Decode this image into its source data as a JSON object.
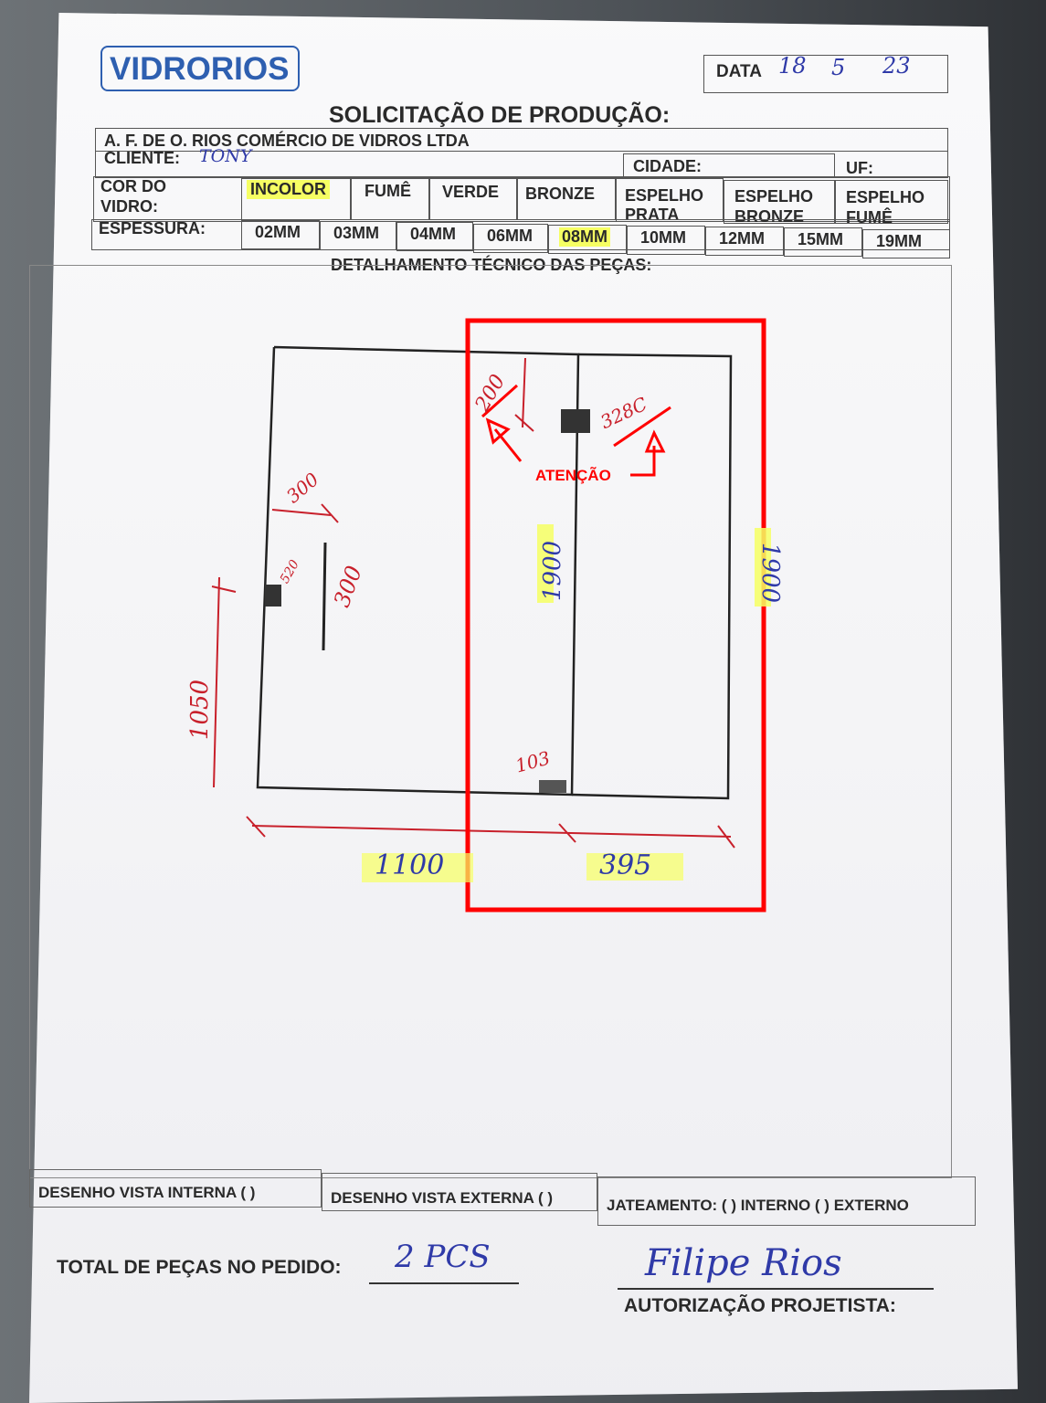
{
  "header": {
    "logo_text": "VIDRORIOS",
    "date_label": "DATA",
    "date_day": "18",
    "date_month": "5",
    "date_year": "23",
    "title": "SOLICITAÇÃO DE PRODUÇÃO:"
  },
  "company": {
    "name": "A. F. DE O. RIOS COMÉRCIO DE VIDROS LTDA",
    "client_label": "CLIENTE:",
    "client_value": "TONY",
    "city_label": "CIDADE:",
    "uf_label": "UF:"
  },
  "glass_color": {
    "label_line1": "COR DO",
    "label_line2": "VIDRO:",
    "options": [
      "INCOLOR",
      "FUMÊ",
      "VERDE",
      "BRONZE"
    ],
    "mirror_options": [
      {
        "line1": "ESPELHO",
        "line2": "PRATA"
      },
      {
        "line1": "ESPELHO",
        "line2": "BRONZE"
      },
      {
        "line1": "ESPELHO",
        "line2": "FUMÊ"
      }
    ],
    "selected": "INCOLOR"
  },
  "thickness": {
    "label": "ESPESSURA:",
    "options": [
      "02MM",
      "03MM",
      "04MM",
      "06MM",
      "08MM",
      "10MM",
      "12MM",
      "15MM",
      "19MM"
    ],
    "selected": "08MM"
  },
  "drawing": {
    "section_title": "DETALHAMENTO TÉCNICO DAS PEÇAS:",
    "dim_height_left": "1050",
    "dim_300_top": "300",
    "dim_300_side": "300",
    "dim_small_520": "520",
    "dim_width_left": "1100",
    "dim_width_right": "395",
    "dim_panel_height": "1900",
    "dim_panel_height_right": "1900",
    "dim_200": "200",
    "dim_328": "328C",
    "dim_103": "103",
    "attention_label": "ATENÇÃO"
  },
  "footer": {
    "internal_view": "DESENHO VISTA INTERNA ( )",
    "external_view": "DESENHO VISTA EXTERNA ( )",
    "sandblasting": "JATEAMENTO: ( ) INTERNO ( ) EXTERNO",
    "total_label": "TOTAL DE PEÇAS NO PEDIDO:",
    "total_value": "2 PCS",
    "signature": "Filipe Rios",
    "authorization_label": "AUTORIZAÇÃO PROJETISTA:"
  },
  "colors": {
    "highlight": "#f6ff63",
    "annotation_red": "#ff0000",
    "ink_blue": "#2f3aa8",
    "ink_red": "#c8202b",
    "logo_blue": "#2e5fb0"
  }
}
